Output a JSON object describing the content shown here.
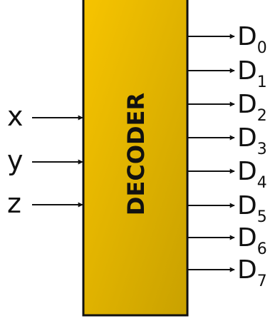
{
  "block": {
    "title": "DECODER",
    "fill_top": "#f7c400",
    "fill_bottom": "#c9a100",
    "border": "#111111"
  },
  "inputs": [
    "x",
    "y",
    "z"
  ],
  "outputs": [
    {
      "name": "D",
      "sub": "0"
    },
    {
      "name": "D",
      "sub": "1"
    },
    {
      "name": "D",
      "sub": "2"
    },
    {
      "name": "D",
      "sub": "3"
    },
    {
      "name": "D",
      "sub": "4"
    },
    {
      "name": "D",
      "sub": "5"
    },
    {
      "name": "D",
      "sub": "6"
    },
    {
      "name": "D",
      "sub": "7"
    }
  ]
}
